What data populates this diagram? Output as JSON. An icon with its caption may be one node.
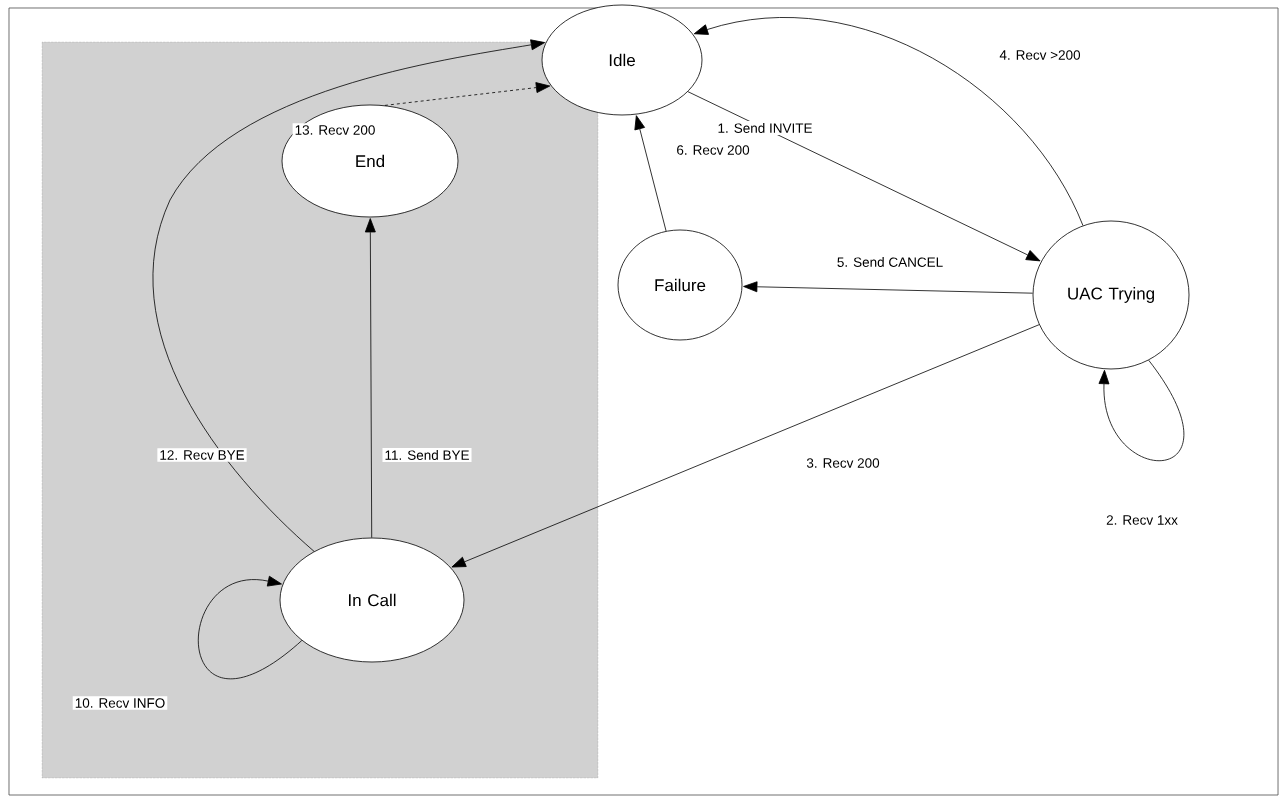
{
  "diagram": {
    "nodes": [
      {
        "text": [
          "Idle"
        ]
      },
      {
        "text": [
          "UAC Trying"
        ]
      },
      {
        "text": [
          "Failure"
        ]
      },
      {
        "text": [
          "End"
        ]
      },
      {
        "text": [
          "In Call"
        ]
      }
    ],
    "edges": [
      {
        "from": 0,
        "to": 1,
        "arrow": "to",
        "label": "1. Send INVITE"
      },
      {
        "from": 1,
        "to": 1,
        "arrow": "to",
        "label": "2. Recv 1xx"
      },
      {
        "from": 1,
        "to": 4,
        "arrow": "to",
        "label": "3. Recv 200"
      },
      {
        "from": 1,
        "to": 0,
        "arrow": "to",
        "label": "4. Recv >200"
      },
      {
        "from": 1,
        "to": 2,
        "arrow": "to",
        "label": "5. Send CANCEL"
      },
      {
        "from": 2,
        "to": 0,
        "arrow": "to",
        "label": "6. Recv 200"
      },
      {
        "from": 4,
        "to": 4,
        "arrow": "to",
        "label": "10. Recv INFO"
      },
      {
        "from": 4,
        "to": 3,
        "arrow": "to",
        "label": "11. Send BYE"
      },
      {
        "from": 4,
        "to": 0,
        "arrow": "to",
        "label": "12. Recv BYE"
      },
      {
        "from": 3,
        "to": 0,
        "arrow": "to",
        "label": "13. Recv 200",
        "style": "dashed"
      }
    ]
  }
}
